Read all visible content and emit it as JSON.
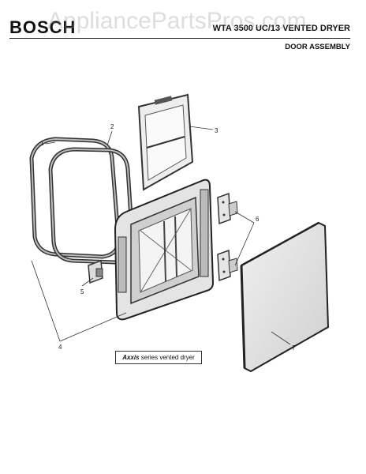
{
  "header": {
    "brand": "BOSCH",
    "model_title": "WTA 3500 UC/13 VENTED DRYER",
    "section_title": "DOOR ASSEMBLY"
  },
  "watermark": "AppliancePartsPros.com",
  "callouts": [
    "1",
    "2",
    "3",
    "4",
    "5",
    "6",
    "7"
  ],
  "caption": {
    "brand_word": "Axxis",
    "rest": " series vented dryer"
  }
}
